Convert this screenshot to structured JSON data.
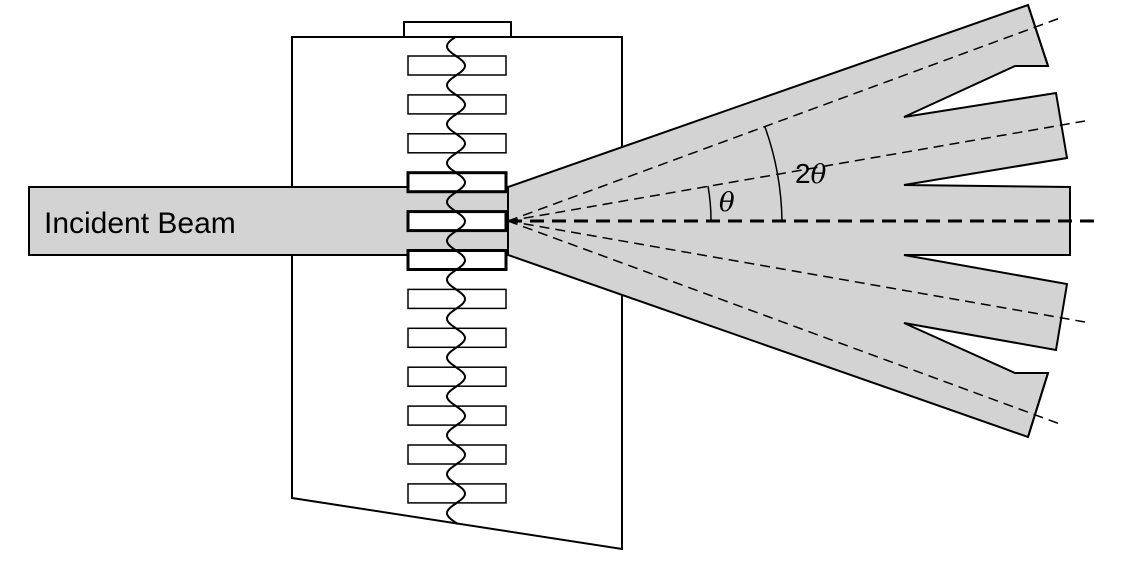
{
  "labels": {
    "incident_beam": "Incident Beam",
    "angle_theta": "θ",
    "angle_two_theta_prefix": "2",
    "angle_two_theta_symbol": "θ"
  },
  "colors": {
    "beam_fill": "#d3d3d3",
    "stroke": "#000000",
    "background": "#ffffff"
  },
  "grating": {
    "slot_count": 12,
    "highlighted_slots": [
      3,
      4,
      5
    ]
  }
}
